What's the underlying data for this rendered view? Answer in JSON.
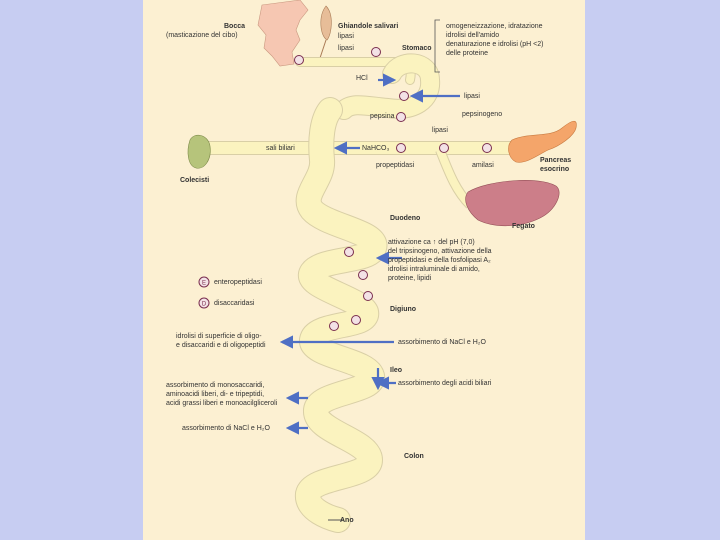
{
  "colors": {
    "background": "#c7cdf2",
    "panel": "#fcf0d2",
    "tract_fill": "#fbf3bf",
    "tract_edge": "#d9cfa6",
    "arrow_blue": "#4f6fc4",
    "enzyme_ring": "#7a2e4f",
    "pancreas": "#f4a56a",
    "liver": "#cc7e89",
    "gallbladder": "#b6c47b",
    "face": "#f6c7b2"
  },
  "labels": {
    "bocca": "Bocca",
    "bocca_sub": "(masticazione del cibo)",
    "ghiandole": "Ghiandole salivari",
    "ghiandole_sub": "lipasi",
    "ghiandole_sub2": "lipasi",
    "stomaco": "Stomaco",
    "stomach_process": "omogeneizzazione, idratazione\nidrolisi dell'amido\ndenaturazione e idrolisi (pH <2)\ndelle proteine",
    "hcl": "HCl",
    "lipasi_right": "lipasi",
    "pepsinogeno": "pepsinogeno",
    "pepsina": "pepsina",
    "lipasi_mid": "lipasi",
    "sali_biliari": "sali biliari",
    "nahco3": "NaHCO₃",
    "propeptidasi": "propeptidasi",
    "amilasi": "amilasi",
    "colecisti": "Colecisti",
    "pancreas": "Pancreas\nesocrino",
    "fegato": "Fegato",
    "duodeno": "Duodeno",
    "duodeno_process": "attivazione ca ↑ del pH (7,0)\ndel tripsinogeno, attivazione della\npropeptidasi e della fosfolipasi A₂\nidrolisi intraluminale di amido,\nproteine, lipidi",
    "digiuno": "Digiuno",
    "hydrolysis": "idrolisi di superficie di oligo-\ne disaccaridi e di oligopeptidi",
    "nacl_right": "assorbimento di NaCl e H₂O",
    "ileo": "Ileo",
    "ileo_right": "assorbimento degli acidi biliari",
    "absorption_left": "assorbimento di monosaccaridi,\naminoacidi liberi, di- e tripeptidi,\nacidi grassi liberi e monoacilgliceroli",
    "nacl_left": "assorbimento di NaCl e H₂O",
    "colon": "Colon",
    "ano": "Ano"
  },
  "legend": [
    {
      "icon": "enteropeptidase-icon",
      "label": "enteropeptidasi"
    },
    {
      "icon": "disaccharidase-icon",
      "label": "disaccaridasi"
    }
  ]
}
